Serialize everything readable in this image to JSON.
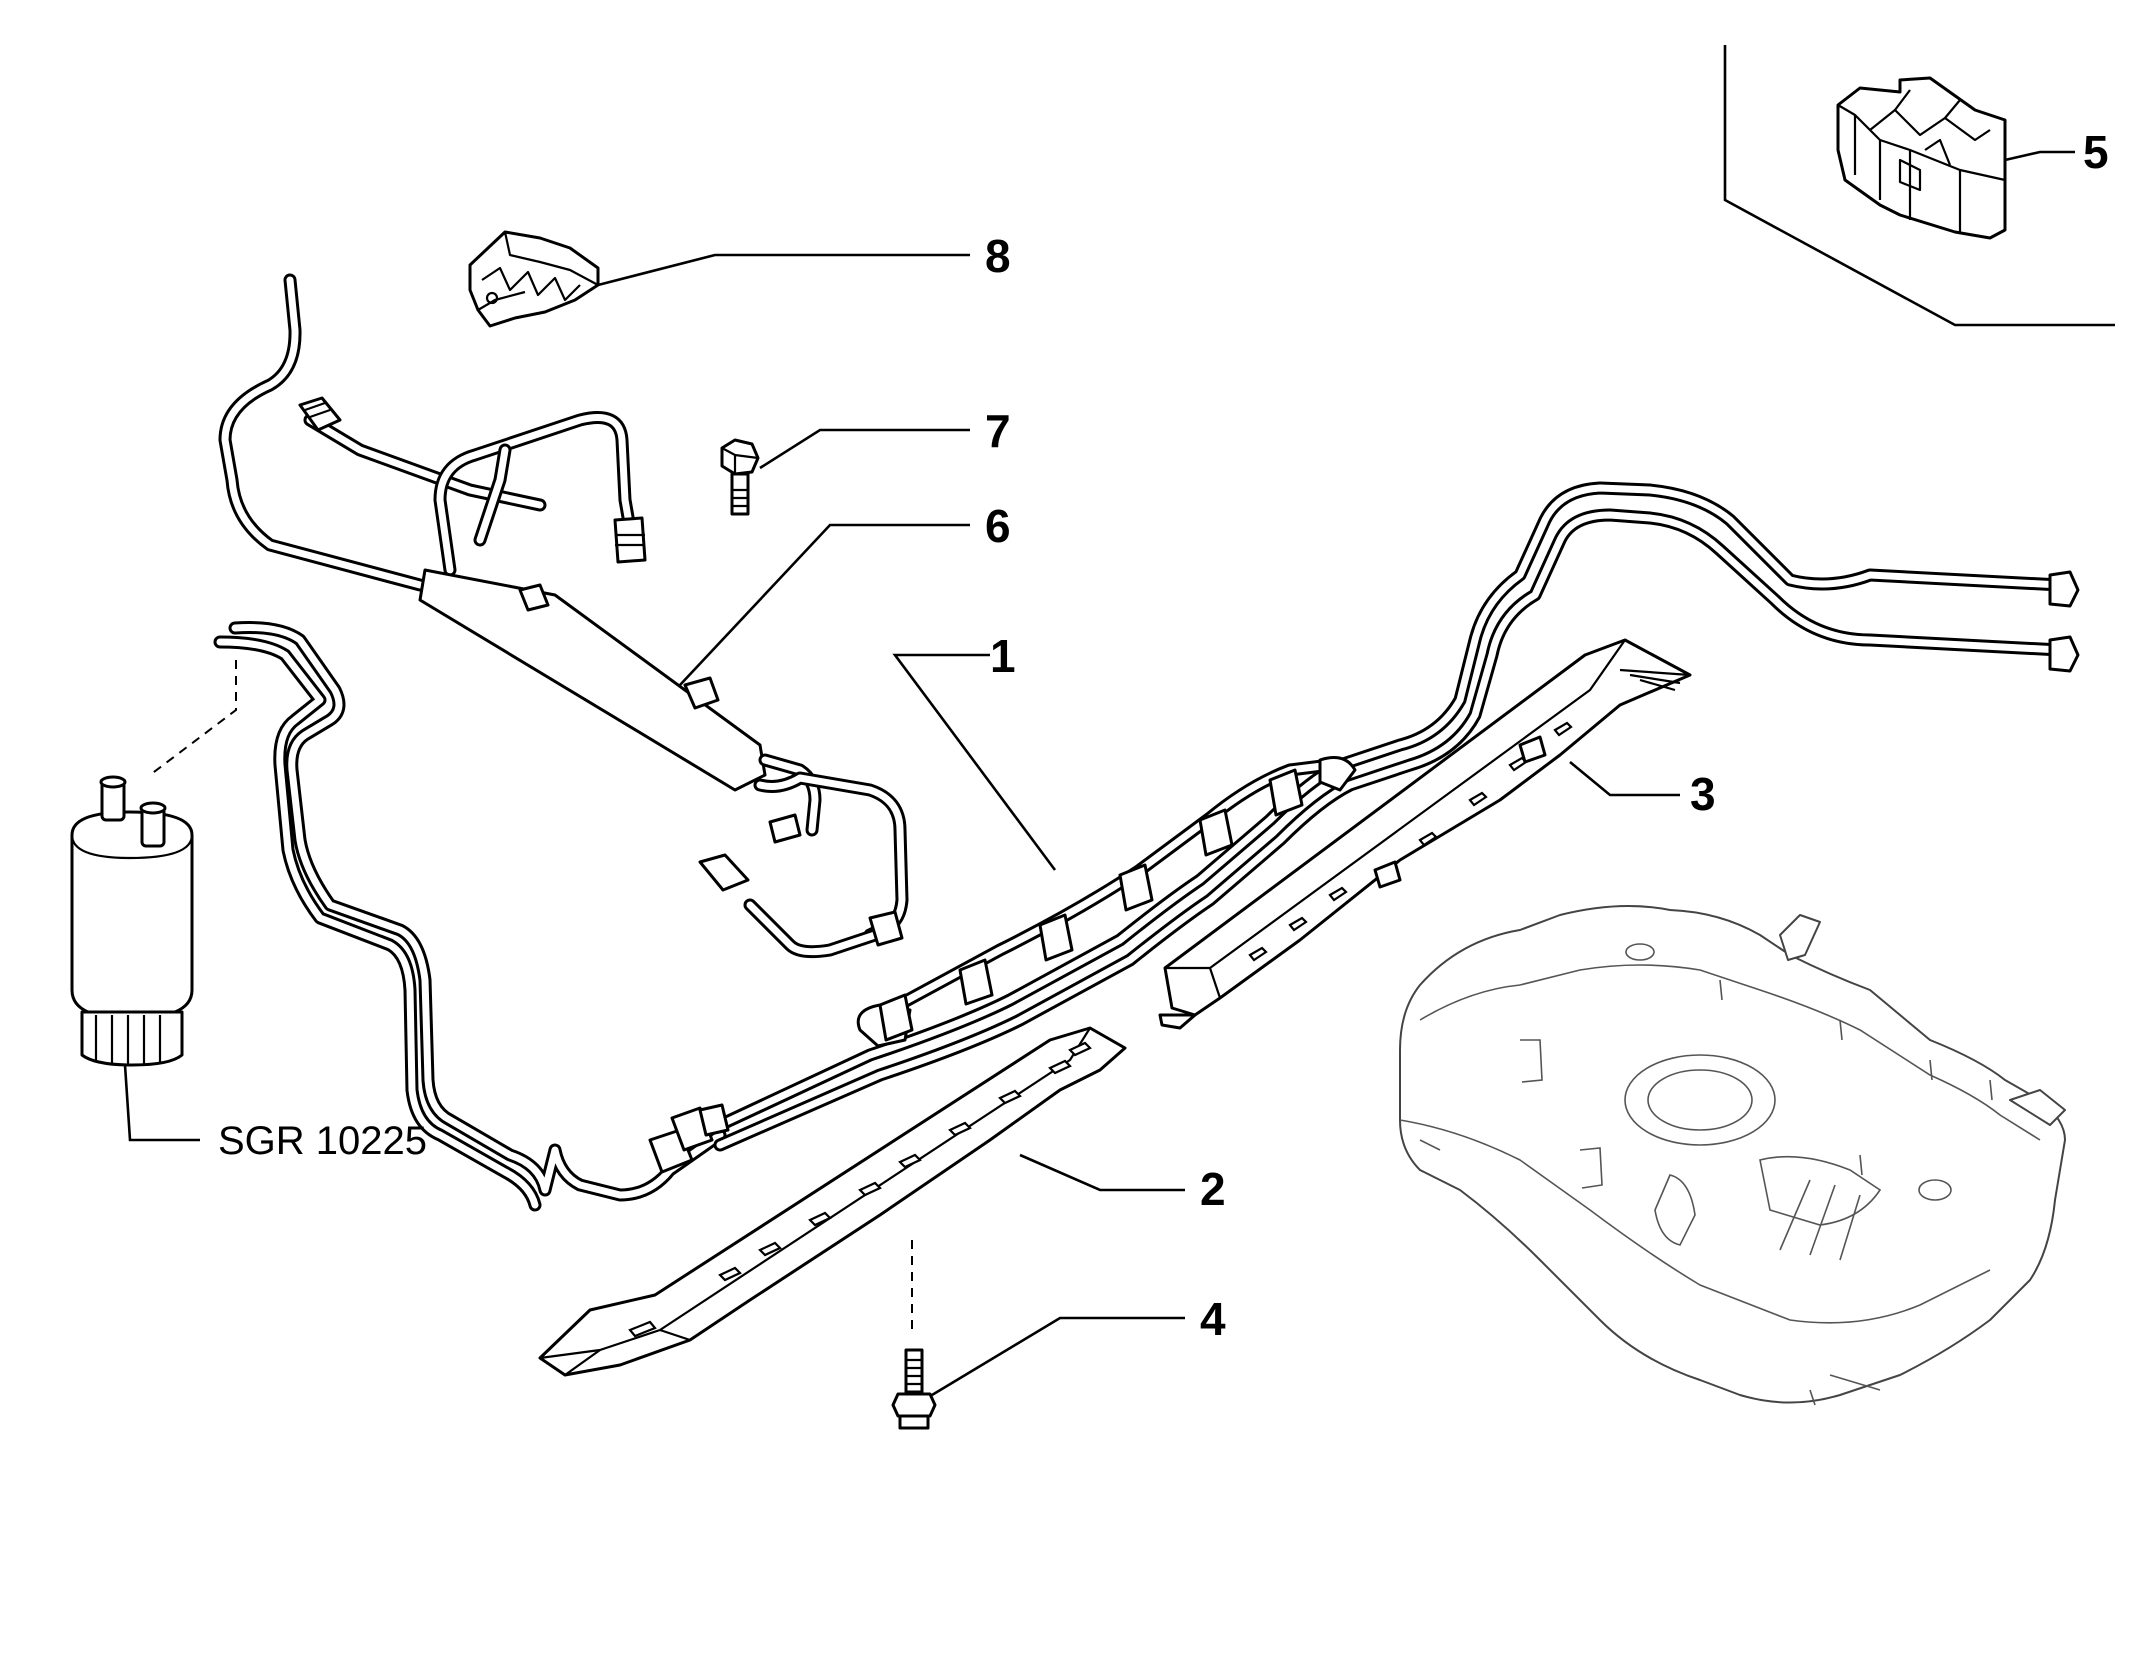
{
  "callouts": [
    {
      "id": "1",
      "text": "1"
    },
    {
      "id": "2",
      "text": "2"
    },
    {
      "id": "3",
      "text": "3"
    },
    {
      "id": "4",
      "text": "4"
    },
    {
      "id": "5",
      "text": "5"
    },
    {
      "id": "6",
      "text": "6"
    },
    {
      "id": "7",
      "text": "7"
    },
    {
      "id": "8",
      "text": "8"
    }
  ],
  "reference": {
    "text": "SGR 10225"
  }
}
